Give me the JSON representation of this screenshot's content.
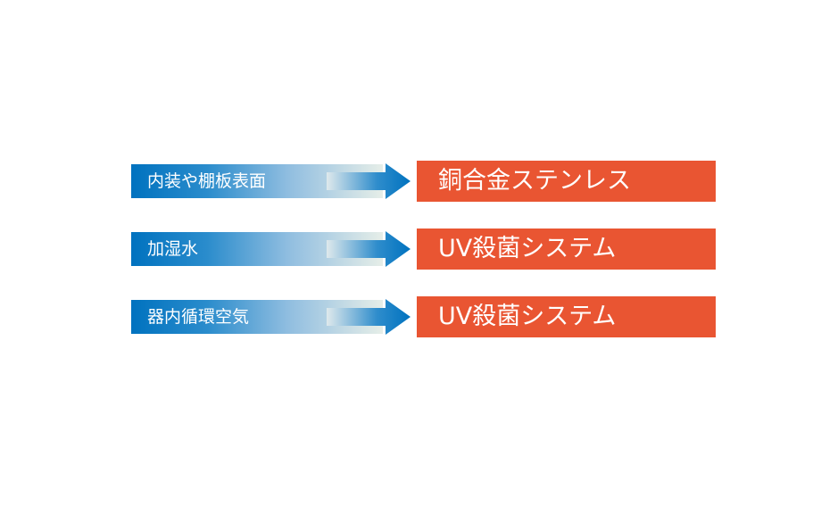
{
  "rows": [
    {
      "source": "内装や棚板表面",
      "target": "銅合金ステンレス"
    },
    {
      "source": "加湿水",
      "target": "UV殺菌システム"
    },
    {
      "source": "器内循環空気",
      "target": "UV殺菌システム"
    }
  ],
  "colors": {
    "arrow_blue": "#0072bf",
    "box_orange": "#e95532"
  }
}
